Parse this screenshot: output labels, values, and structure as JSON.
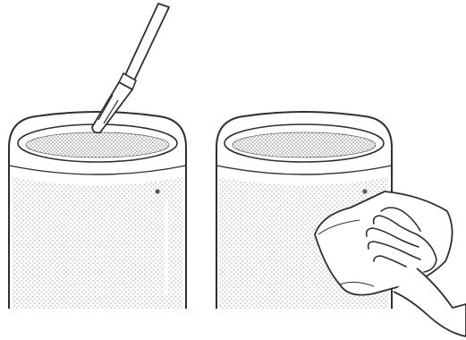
{
  "illustration": {
    "panels": [
      {
        "id": "left",
        "shows": [
          "speaker",
          "cleaning-nozzle"
        ]
      },
      {
        "id": "right",
        "shows": [
          "speaker",
          "cleaning-cloth",
          "hand"
        ]
      }
    ],
    "icons": [
      "vacuum-nozzle-icon",
      "cloth-icon",
      "hand-icon"
    ],
    "colors": {
      "line": "#2f2f2f",
      "mesh_dot": "#b9b9b9",
      "top_mesh_dot": "#9a9a9a",
      "background": "#ffffff"
    }
  }
}
